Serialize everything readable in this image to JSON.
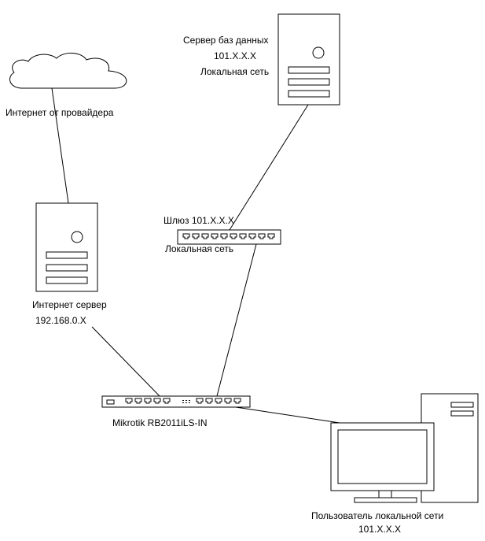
{
  "internet": {
    "label": "Интернет от провайдера"
  },
  "db_server": {
    "line1": "Сервер баз данных",
    "line2": "101.X.X.X",
    "line3": "Локальная сеть"
  },
  "gateway": {
    "line1": "Шлюз 101.X.X.X",
    "line2": "Локальная сеть"
  },
  "internet_server": {
    "line1": "Интернет сервер",
    "line2": "192.168.0.X"
  },
  "router": {
    "label": "Mikrotik RB2011iLS-IN"
  },
  "local_user": {
    "line1": "Пользователь локальной сети",
    "line2": "101.X.X.X"
  }
}
